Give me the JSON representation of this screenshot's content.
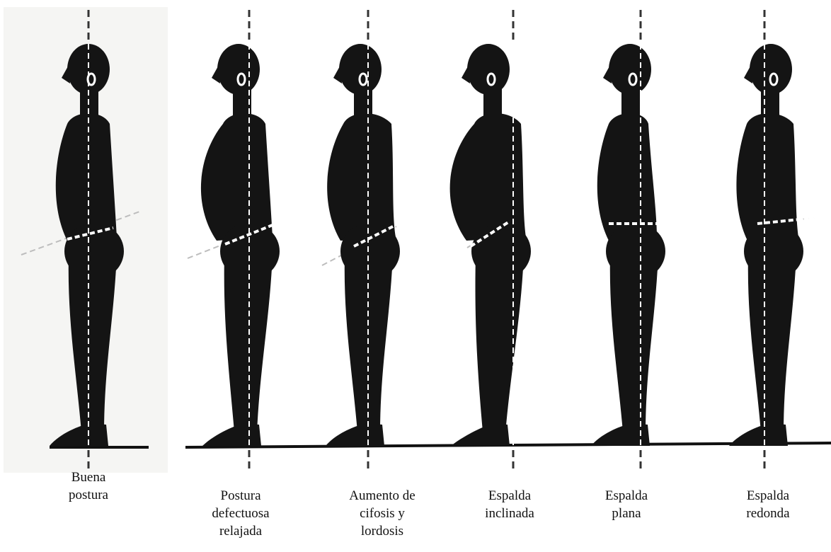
{
  "figures": [
    {
      "id": "good",
      "caption_lines": [
        "Buena",
        "postura"
      ]
    },
    {
      "id": "relaxed",
      "caption_lines": [
        "Postura",
        "defectuosa",
        "relajada"
      ]
    },
    {
      "id": "kyphosis",
      "caption_lines": [
        "Aumento de",
        "cifosis y",
        "lordosis"
      ]
    },
    {
      "id": "sway",
      "caption_lines": [
        "Espalda",
        "inclinada"
      ]
    },
    {
      "id": "flat",
      "caption_lines": [
        "Espalda",
        "plana"
      ]
    },
    {
      "id": "round",
      "caption_lines": [
        "Espalda",
        "redonda"
      ]
    }
  ],
  "colors": {
    "silhouette": "#141414",
    "plumb_line": "#ffffff",
    "background": "#ffffff",
    "pelvic_line": "#bdbdbd"
  }
}
